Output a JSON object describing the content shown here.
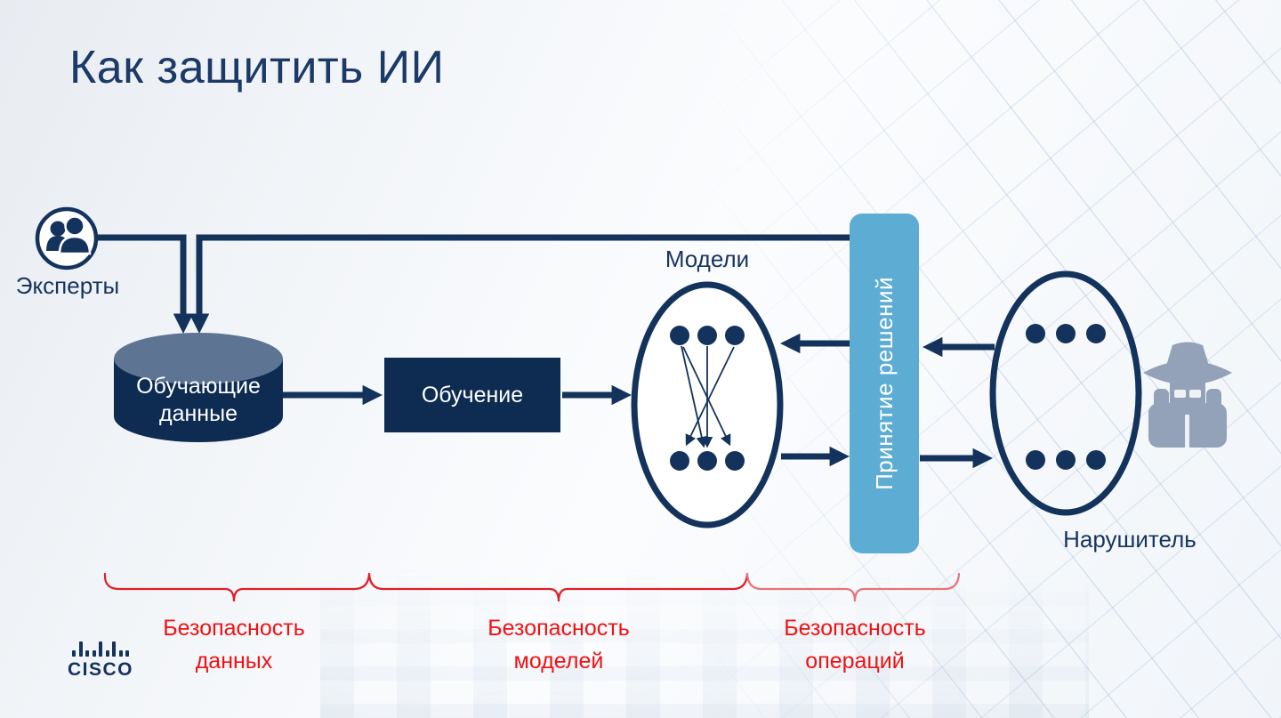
{
  "slide": {
    "title": "Как защитить ИИ"
  },
  "diagram": {
    "experts": {
      "label": "Эксперты",
      "icon": "people-icon"
    },
    "training_data": {
      "label": "Обучающие данные",
      "shape": "database-cylinder"
    },
    "training": {
      "label": "Обучение"
    },
    "models": {
      "label": "Модели",
      "shape": "neural-network-ellipse"
    },
    "decision": {
      "label": "Принятие решений"
    },
    "intruder": {
      "label": "Нарушитель",
      "icon": "spy-icon"
    }
  },
  "security_zones": [
    {
      "label": "Безопасность данных"
    },
    {
      "label": "Безопасность моделей"
    },
    {
      "label": "Безопасность операций"
    }
  ],
  "branding": {
    "logo_text": "CISCO"
  },
  "colors": {
    "navy": "#14335c",
    "navy_fill": "#0e2c52",
    "cylinder_top": "#5e7493",
    "decision_blue": "#5cacd3",
    "spy_gray": "#93a2b8",
    "zone_label_red": "#f01113",
    "brace_red": "#e01e28",
    "brace_red_light": "#e8737b"
  }
}
